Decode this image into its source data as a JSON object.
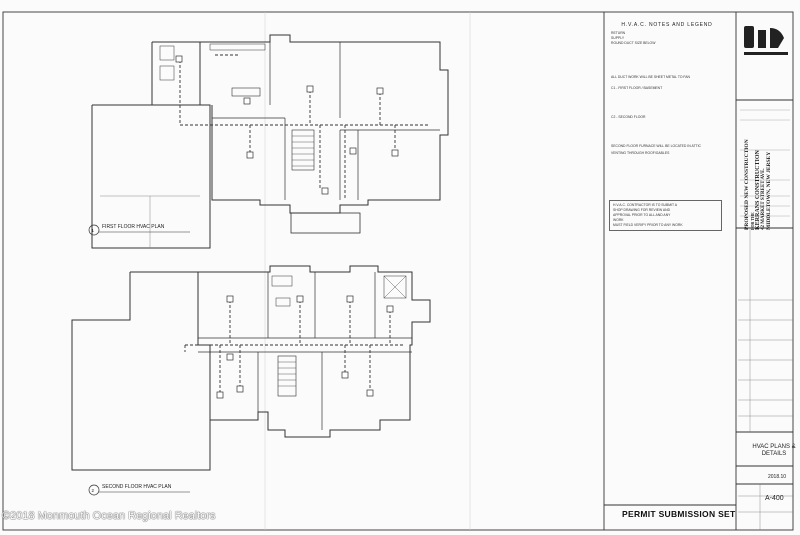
{
  "legend": {
    "heading": "H.V.A.C. NOTES AND LEGEND",
    "lines": [
      "RETURN",
      "SUPPLY",
      "ROUND DUCT SIZE BELOW",
      "ALL DUCT WORK WILL BE SHEET METAL TO FAN",
      "C1 - FIRST FLOOR / BASEMENT",
      "C2 - SECOND FLOOR",
      "SECOND FLOOR FURNACE WILL BE LOCATED IN ATTIC",
      "VENTING THROUGH ROOF/GABLES"
    ],
    "note_lines": [
      "H.V.A.C. CONTRACTOR IS TO SUBMIT A",
      "SHOP DRAWING FOR REVIEW AND",
      "APPROVAL PRIOR TO ALL AND ANY",
      "WORK",
      "MUST FIELD VERIFY PRIOR TO ANY WORK"
    ]
  },
  "plans": {
    "first_floor_title": "FIRST FLOOR HVAC PLAN",
    "first_floor_no": "1",
    "second_floor_title": "SECOND FLOOR HVAC PLAN",
    "second_floor_no": "2"
  },
  "title_block": {
    "project_line1": "PROPOSED NEW CONSTRUCTION",
    "project_line2": "FOR THE",
    "project_line3": "KERRANS CONSTRUCTION",
    "project_line4": "42 MARKET STREET AVE.",
    "project_line5": "MIDDLETOWN, NEW JERSEY",
    "sheet_title": "HVAC PLANS & DETAILS",
    "date": "2018.10",
    "sheet_no": "A-400"
  },
  "permit": "PERMIT SUBMISSION SET",
  "watermark": "©2018 Monmouth Ocean Regional Realtors"
}
